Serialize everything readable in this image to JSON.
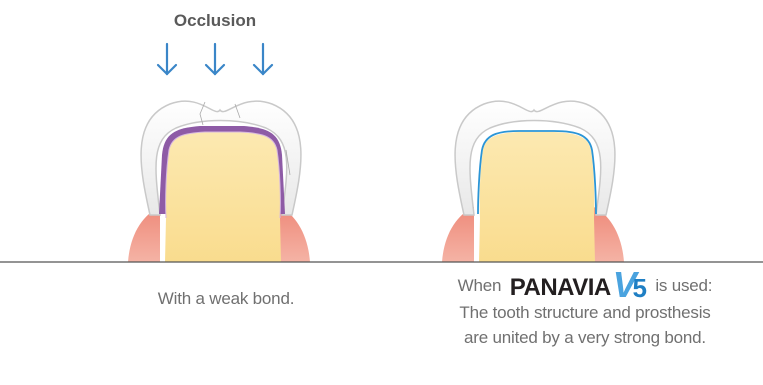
{
  "left_panel": {
    "heading": "Occlusion",
    "caption": "With a weak bond."
  },
  "right_panel": {
    "caption_prefix": "When",
    "brand_name": "PANAVIA",
    "brand_version_letter": "V",
    "brand_version_number": "5",
    "caption_suffix": "is used:",
    "caption_line2": "The tooth structure and prosthesis",
    "caption_line3": "are united by a very strong bond."
  },
  "colors": {
    "arrow": "#3a86c8",
    "weak_bond_layer": "#8e5ba6",
    "strong_bond_layer": "#2b95d6",
    "tooth_core": "#fbe3a0",
    "gum": "#f29c8c",
    "crown": "#f2f2f2",
    "baseline": "#555555"
  },
  "icons": [
    "arrow-down-icon"
  ]
}
